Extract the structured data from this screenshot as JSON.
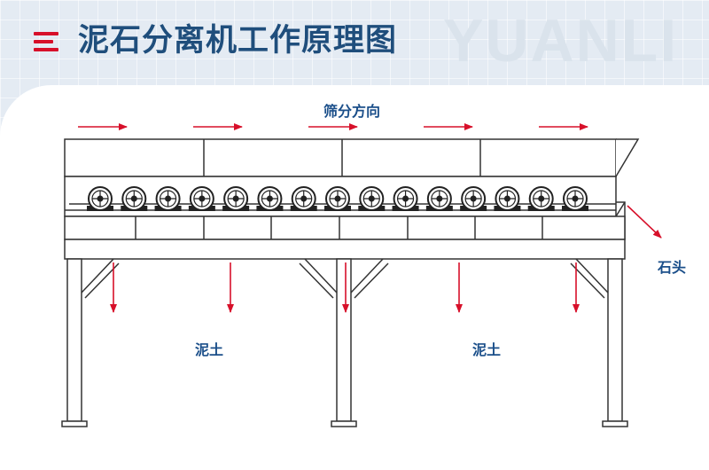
{
  "header": {
    "title": "泥石分离机工作原理图",
    "menu_icon": "hamburger-menu-icon",
    "watermark": "YUANLI"
  },
  "diagram": {
    "labels": {
      "screen_direction": "筛分方向",
      "stones": "石头",
      "mud_left": "泥土",
      "mud_right": "泥土"
    },
    "roller_count": 15,
    "colors": {
      "arrow": "#d7102a",
      "label": "#1b4f8a",
      "structure": "#333333",
      "title": "#1f4e7c"
    }
  }
}
